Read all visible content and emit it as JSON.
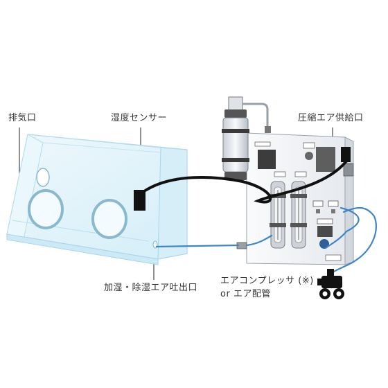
{
  "labels": {
    "exhaust_port": "排気口",
    "humidity_sensor": "湿度センサー",
    "compressed_air_port": "圧縮エア供給口",
    "humid_outlet": "加湿・除湿エア吐出口",
    "compressor_line1": "エアコンプレッサ (※)",
    "compressor_line2": "or エア配管"
  },
  "colors": {
    "box_fill": "#e4f4fb",
    "box_edge": "#9fd4ea",
    "air_tube": "#3f86c8",
    "sensor_cable": "#111111",
    "panel": "#f4f5f7"
  }
}
